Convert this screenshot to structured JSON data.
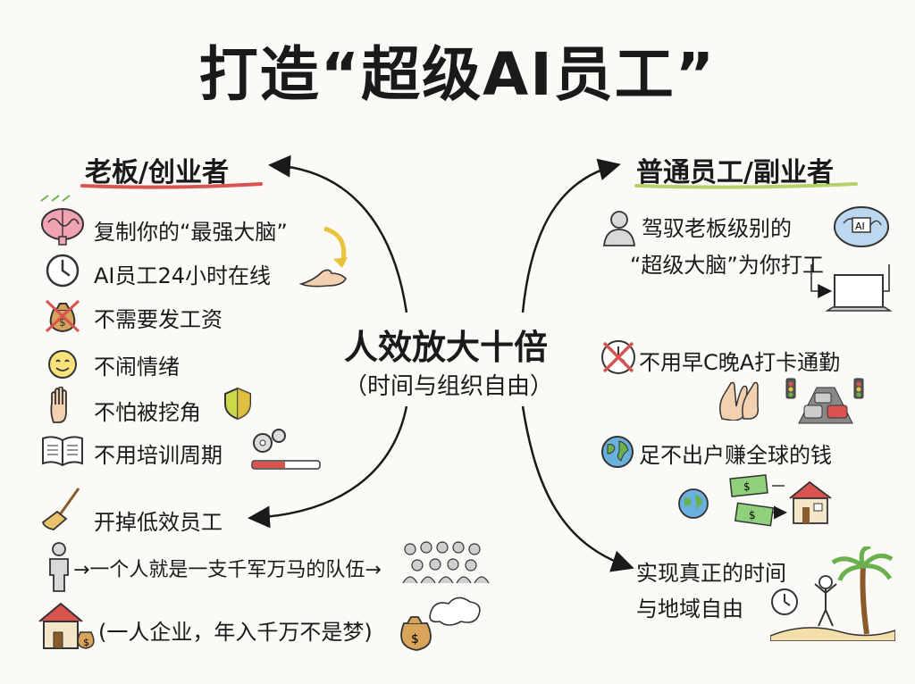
{
  "title": "打造“超级AI员工”",
  "center": {
    "main": "人效放大十倍",
    "sub": "（时间与组织自由）"
  },
  "left": {
    "heading": "老板/创业者",
    "items": [
      {
        "text": "复制你的“最强大脑”",
        "icon": "brain-icon"
      },
      {
        "text": "AI员工24小时在线",
        "icon": "clock-icon"
      },
      {
        "text": "不需要发工资",
        "icon": "no-money-bag-icon"
      },
      {
        "text": "不闹情绪",
        "icon": "smiley-icon"
      },
      {
        "text": "不怕被挖角",
        "icon": "hand-icon"
      },
      {
        "text": "不用培训周期",
        "icon": "book-icon"
      },
      {
        "text": "开掉低效员工",
        "icon": "broom-icon"
      },
      {
        "text": "→一个人就是一支千军万马的队伍→",
        "icon": "person-icon"
      },
      {
        "text": "(一人企业，年入千万不是梦)",
        "icon": "house-icon"
      }
    ]
  },
  "right": {
    "heading": "普通员工/副业者",
    "items": [
      {
        "text": "驾驭老板级别的",
        "icon": "person-icon"
      },
      {
        "text": "“超级大脑”为你打工",
        "icon": "ai-brain-icon"
      },
      {
        "text": "不用早C晚A打卡通勤",
        "icon": "no-clock-icon"
      },
      {
        "text": "足不出户赚全球的钱",
        "icon": "globe-icon"
      },
      {
        "text": "实现真正的时间",
        "icon": "palm-tree-icon"
      },
      {
        "text": "与地域自由",
        "icon": "clock-icon"
      }
    ]
  },
  "colors": {
    "left_underline": "#d9534f",
    "right_underline": "#b5d16a",
    "accent": "#e8a317"
  }
}
